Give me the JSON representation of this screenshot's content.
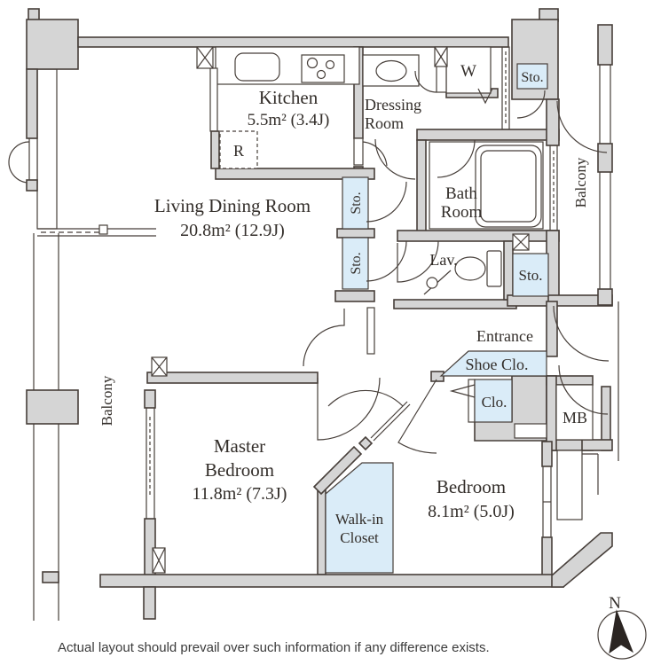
{
  "colors": {
    "wall_fill": "#d5d5d5",
    "outline": "#473f3a",
    "storage_fill": "#daecf8",
    "text": "#332e2a"
  },
  "rooms": {
    "living": {
      "name": "Living Dining Room",
      "area": "20.8m² (12.9J)"
    },
    "kitchen": {
      "name": "Kitchen",
      "area": "5.5m² (3.4J)"
    },
    "master_bedroom": {
      "name_line1": "Master",
      "name_line2": "Bedroom",
      "area": "11.8m² (7.3J)"
    },
    "bedroom": {
      "name": "Bedroom",
      "area": "8.1m² (5.0J)"
    },
    "walk_in_closet": {
      "name_line1": "Walk-in",
      "name_line2": "Closet"
    },
    "dressing_room": {
      "name_line1": "Dressing",
      "name_line2": "Room"
    },
    "bath_room": {
      "name_line1": "Bath",
      "name_line2": "Room"
    },
    "lavatory": {
      "name": "Lav."
    },
    "entrance": {
      "name": "Entrance"
    },
    "shoe_closet": {
      "name": "Shoe Clo."
    },
    "closet": {
      "name": "Clo."
    },
    "meter_box": {
      "name": "MB"
    },
    "washing_machine": {
      "name": "W"
    },
    "refrigerator": {
      "name": "R"
    },
    "storage": {
      "name": "Sto."
    },
    "balcony": {
      "name": "Balcony"
    }
  },
  "compass": {
    "north": "N"
  },
  "footnote": "Actual layout should prevail over such information if any difference exists."
}
